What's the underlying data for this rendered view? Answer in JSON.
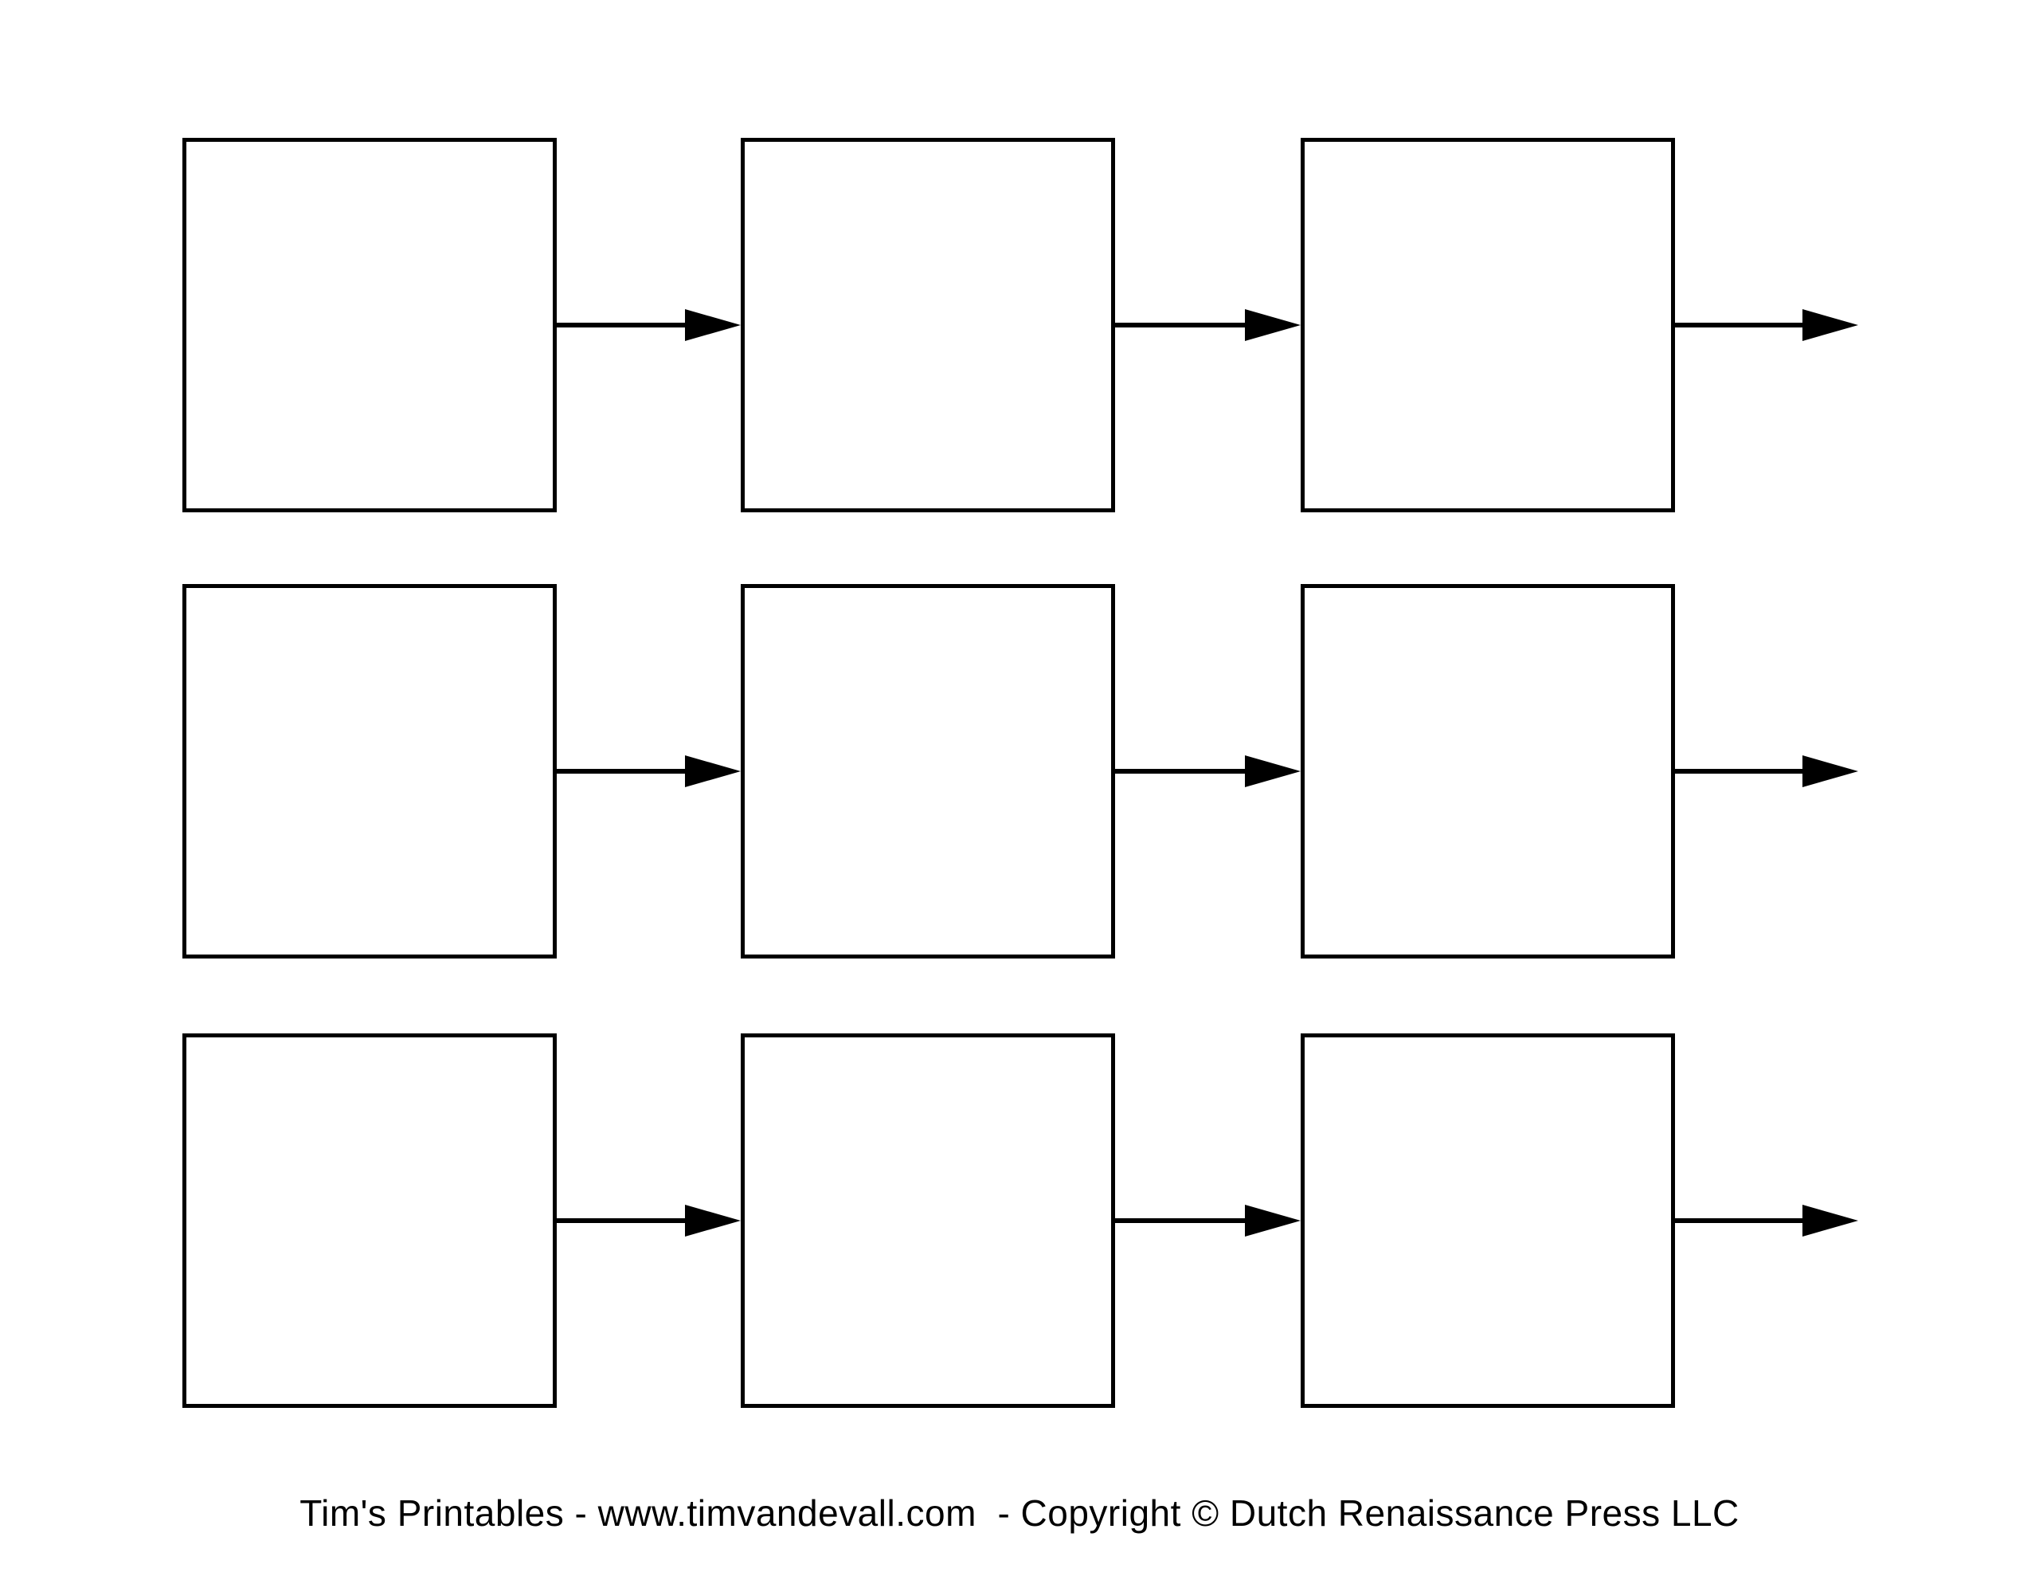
{
  "page": {
    "background_color": "#ffffff",
    "line_color": "#000000"
  },
  "flowchart": {
    "rows": 3,
    "boxes_per_row": 3,
    "total_boxes": 9,
    "connector_icon": "right-arrow"
  },
  "footer": {
    "credit": "Tim's Printables - www.timvandevall.com  - Copyright © Dutch Renaissance Press LLC"
  }
}
